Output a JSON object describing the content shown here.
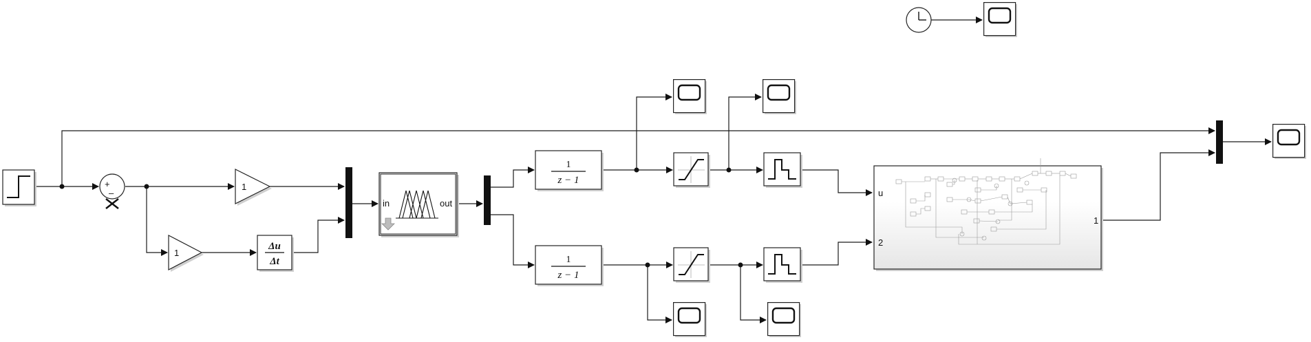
{
  "blocks": {
    "gain_top": {
      "label": "1"
    },
    "gain_bottom": {
      "label": "1"
    },
    "derivative": {
      "numerator": "Δu",
      "denominator": "Δt"
    },
    "sum": {
      "plus": "+",
      "minus": "–"
    },
    "fuzzy": {
      "in_label": "in",
      "out_label": "out"
    },
    "delay_top": {
      "numerator": "1",
      "denominator": "z − 1"
    },
    "delay_bottom": {
      "numerator": "1",
      "denominator": "z − 1"
    },
    "subsystem": {
      "in1": "u",
      "in2": "2",
      "out1": "1"
    }
  },
  "icons": [
    "step-source-icon",
    "clock-icon",
    "scope-icon",
    "saturation-icon",
    "zoh-icon",
    "fuzzy-membership-icon",
    "gain-triangle-icon"
  ],
  "colors": {
    "line": "#1a1a1a",
    "block_border": "#222222",
    "mux_fill": "#111111",
    "subsystem_gradient_bottom": "#e6e6e6"
  }
}
